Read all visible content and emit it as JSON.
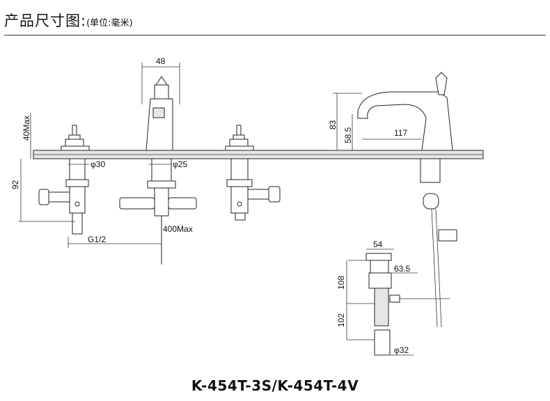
{
  "header": {
    "title": "产品尺寸图:",
    "unit": "(单位:毫米)"
  },
  "dimensions": {
    "handle_width": "48",
    "lift_max": "40Max",
    "height_92": "92",
    "dia_30": "φ30",
    "dia_25": "φ25",
    "thread": "G1/2",
    "hose_max": "400Max",
    "spout_height": "83",
    "spout_outlet": "58.5",
    "spout_reach": "117",
    "drain_width": "54",
    "drain_63": "63.5",
    "drain_108": "108",
    "drain_102": "102",
    "drain_dia_32": "φ32"
  },
  "model": "K-454T-3S/K-454T-4V"
}
